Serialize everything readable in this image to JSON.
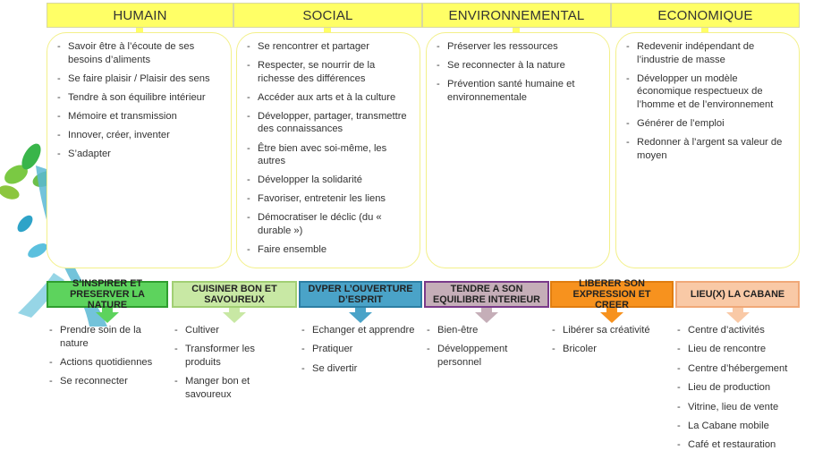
{
  "dimensions": [
    {
      "title": "HUMAIN",
      "items": [
        "Savoir être à l’écoute de ses besoins d’aliments",
        "Se faire plaisir / Plaisir des sens",
        "Tendre à son équilibre intérieur",
        "Mémoire et transmission",
        "Innover, créer, inventer",
        "S’adapter"
      ]
    },
    {
      "title": "SOCIAL",
      "items": [
        "Se rencontrer et partager",
        "Respecter, se nourrir de la richesse des différences",
        "Accéder aux arts et à la culture",
        "Développer, partager, transmettre des connaissances",
        "Être bien avec soi-même, les autres",
        "Développer la solidarité",
        "Favoriser, entretenir les liens",
        "Démocratiser le déclic (du « durable »)",
        "Faire ensemble"
      ]
    },
    {
      "title": "ENVIRONNEMENTAL",
      "items": [
        "Préserver les ressources",
        "Se reconnecter à la nature",
        "Prévention santé humaine et environnementale"
      ]
    },
    {
      "title": "ECONOMIQUE",
      "items": [
        "Redevenir indépendant de l’industrie de masse",
        "Développer un modèle économique respectueux de l’homme et de l’environnement",
        "Générer de l’emploi",
        "Redonner à l’argent sa valeur de moyen"
      ]
    }
  ],
  "categories": [
    {
      "title": "S’INSPIRER ET PRESERVER LA NATURE",
      "fill": "#5dd35d",
      "border": "#2f9e2f",
      "items": [
        "Prendre soin de la nature",
        "Actions quotidiennes",
        "Se reconnecter"
      ]
    },
    {
      "title": "CUISINER BON ET SAVOUREUX",
      "fill": "#c8e8a4",
      "border": "#a2cf74",
      "items": [
        "Cultiver",
        "Transformer les produits",
        "Manger bon et savoureux"
      ]
    },
    {
      "title": "DVPER L’OUVERTURE D’ESPRIT",
      "fill": "#4aa3c8",
      "border": "#2c7ea3",
      "items": [
        "Echanger et apprendre",
        "Pratiquer",
        "Se divertir"
      ]
    },
    {
      "title": "TENDRE A SON EQUILIBRE INTERIEUR",
      "fill": "#c5aeb8",
      "border": "#7a3a8a",
      "items": [
        "Bien-être",
        "Développement personnel"
      ]
    },
    {
      "title": "LIBERER SON EXPRESSION ET CREER",
      "fill": "#f7921e",
      "border": "#e07d10",
      "items": [
        "Libérer sa créativité",
        "Bricoler"
      ]
    },
    {
      "title": "LIEU(X) LA CABANE",
      "fill": "#f9c9a6",
      "border": "#f0a878",
      "items": [
        "Centre d’activités",
        "Lieu de rencontre",
        "Centre d’hébergement",
        "Lieu de production",
        "Vitrine, lieu de vente",
        "La Cabane mobile",
        "Café et restauration"
      ]
    }
  ],
  "colors": {
    "header_yellow": "#ffff66",
    "box_outline": "#f3f08a"
  },
  "icons": {
    "illustration": "tree-with-hut-illustration"
  }
}
